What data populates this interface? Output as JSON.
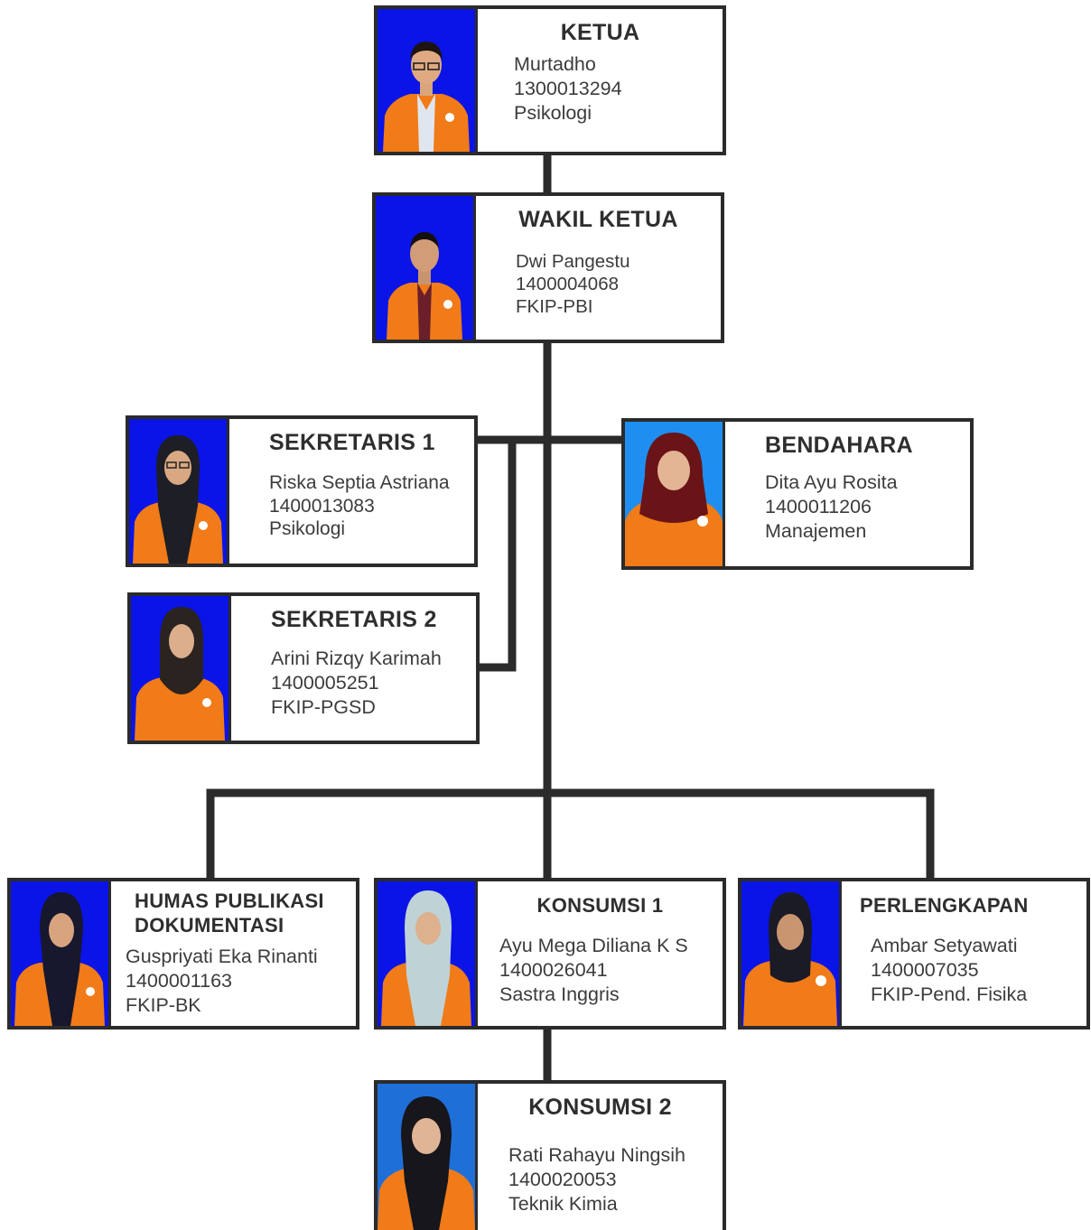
{
  "colors": {
    "photo_background": "#0a14e6",
    "bendahara_background": "#1e8ff0",
    "jacket": "#f07b18",
    "line": "#2b2b2b"
  },
  "members": {
    "ketua": {
      "role": "KETUA",
      "name": "Murtadho",
      "nim": "1300013294",
      "prodi": "Psikologi"
    },
    "wakil": {
      "role": "WAKIL KETUA",
      "name": "Dwi Pangestu",
      "nim": "1400004068",
      "prodi": "FKIP-PBI"
    },
    "sekretaris1": {
      "role": "SEKRETARIS 1",
      "name": "Riska Septia Astriana",
      "nim": "1400013083",
      "prodi": "Psikologi"
    },
    "bendahara": {
      "role": "BENDAHARA",
      "name": "Dita Ayu Rosita",
      "nim": "1400011206",
      "prodi": "Manajemen"
    },
    "sekretaris2": {
      "role": "SEKRETARIS 2",
      "name": "Arini Rizqy Karimah",
      "nim": "1400005251",
      "prodi": "FKIP-PGSD"
    },
    "humas": {
      "role_line1": "HUMAS PUBLIKASI",
      "role_line2": "DOKUMENTASI",
      "name": "Guspriyati Eka Rinanti",
      "nim": "1400001163",
      "prodi": "FKIP-BK"
    },
    "konsumsi1": {
      "role": "KONSUMSI 1",
      "name": "Ayu Mega Diliana K S",
      "nim": "1400026041",
      "prodi": "Sastra Inggris"
    },
    "perlengkapan": {
      "role": "PERLENGKAPAN",
      "name": "Ambar Setyawati",
      "nim": "1400007035",
      "prodi": "FKIP-Pend. Fisika"
    },
    "konsumsi2": {
      "role": "KONSUMSI 2",
      "name": "Rati Rahayu Ningsih",
      "nim": "1400020053",
      "prodi": "Teknik Kimia"
    }
  }
}
